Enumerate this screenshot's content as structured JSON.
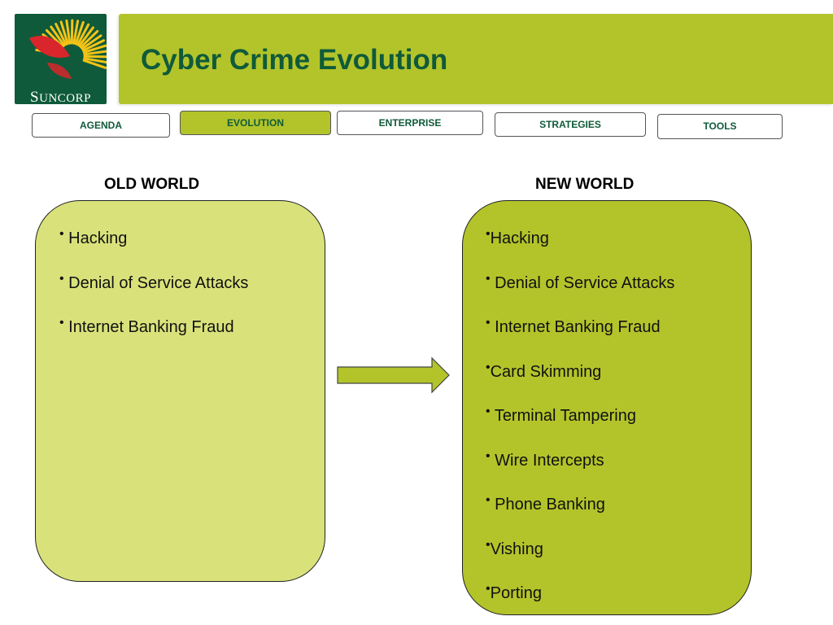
{
  "logo": {
    "brand": "SUNCORP",
    "brand_first": "S",
    "brand_rest": "UNCORP"
  },
  "title": "Cyber Crime Evolution",
  "nav": {
    "agenda": "AGENDA",
    "evolution": "EVOLUTION",
    "enterprise": "ENTERPRISE",
    "strategies": "STRATEGIES",
    "tools": "TOOLS",
    "active": "EVOLUTION"
  },
  "old_world": {
    "heading": "OLD WORLD",
    "items": [
      "Hacking",
      "Denial of Service Attacks",
      "Internet Banking Fraud"
    ]
  },
  "new_world": {
    "heading": "NEW WORLD",
    "items": [
      "Hacking",
      "Denial of Service Attacks",
      "Internet Banking Fraud",
      "Card Skimming",
      "Terminal Tampering",
      "Wire Intercepts",
      "Phone Banking",
      "Vishing",
      "Porting"
    ]
  },
  "bullet": "•",
  "colors": {
    "brand_green": "#0f5a3a",
    "accent_lime": "#b3c42a",
    "light_lime": "#d9e27a",
    "logo_red": "#d8262c",
    "logo_yellow": "#f4c316"
  },
  "icons": {
    "arrow": "right-arrow-icon",
    "logo": "suncorp-sunburst-icon"
  }
}
